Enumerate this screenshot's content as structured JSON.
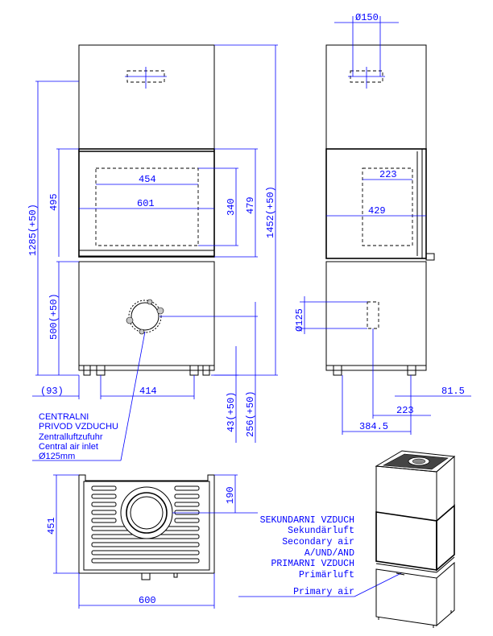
{
  "front_view": {
    "dim_flue_top": "454",
    "dim_window_width": "601",
    "dim_window_height": "340",
    "dim_glass_height": "479",
    "dim_upper_height": "495",
    "dim_total_height": "1452(+50)",
    "dim_center_height": "1285(+50)",
    "dim_lower_height": "500(+50)",
    "dim_left_offset": "(93)",
    "dim_feet_spacing": "414",
    "dim_feet_height": "43(+50)",
    "dim_inlet_height": "256(+50)"
  },
  "side_view": {
    "dim_flue_diameter": "Ø150",
    "dim_inner_width": "223",
    "dim_window_width": "429",
    "dim_inlet_diameter": "Ø125",
    "dim_right_offset": "81.5",
    "dim_inlet_offset": "223",
    "dim_depth": "384.5"
  },
  "central_air_label": {
    "line1": "CENTRALNI",
    "line2": "PRIVOD VZDUCHU",
    "line3": "Zentralluftzufuhr",
    "line4": "Central air inlet",
    "line5": "Ø125mm"
  },
  "bottom_view": {
    "dim_width": "600",
    "dim_depth": "451",
    "dim_inlet_offset": "190"
  },
  "air_label": {
    "line1": "SEKUNDARNI VZDUCH",
    "line2": "Sekundärluft",
    "line3": "Secondary air",
    "line4": "A/UND/AND",
    "line5": "PRIMARNI VZDUCH",
    "line6": "Primärluft",
    "line7": "Primary air"
  },
  "colors": {
    "outline": "#000000",
    "dimension": "#0000ff"
  }
}
